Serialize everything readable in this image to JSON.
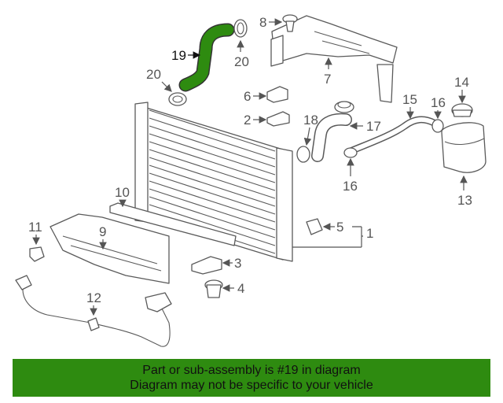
{
  "diagram": {
    "highlight_color": "#2e8b10",
    "callouts": [
      "19",
      "20",
      "8",
      "7",
      "20",
      "6",
      "2",
      "18",
      "17",
      "15",
      "16",
      "14",
      "16",
      "13",
      "10",
      "5",
      "1",
      "11",
      "9",
      "3",
      "4",
      "12"
    ]
  },
  "footer": {
    "line1": "Part or sub-assembly is #19 in diagram",
    "line2": "Diagram may not be specific to your vehicle",
    "background": "#2e8b10"
  }
}
